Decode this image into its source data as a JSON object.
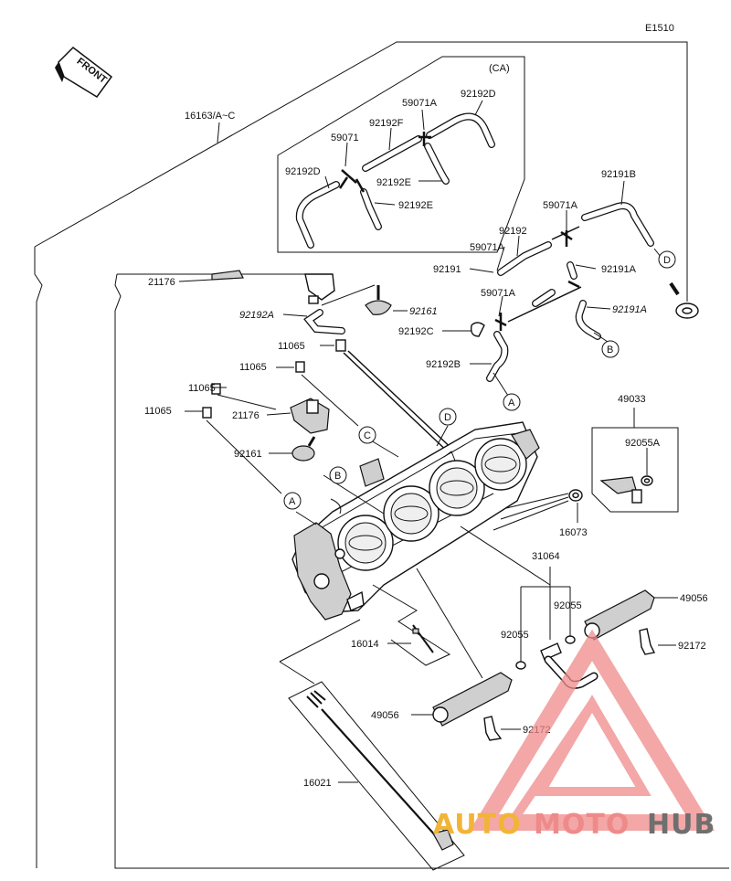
{
  "diagram_code": "E1510",
  "front_label": "FRONT",
  "inset_label": "(CA)",
  "labels": {
    "l16163": "16163/A~C",
    "l59071a_top": "59071A",
    "l92192d_top": "92192D",
    "l92192f": "92192F",
    "l59071": "59071",
    "l92192d_left": "92192D",
    "l92192e_1": "92192E",
    "l92192e_2": "92192E",
    "l92191b": "92191B",
    "l59071a_r1": "59071A",
    "l92192": "92192",
    "l59071a_r2": "59071A",
    "l92191": "92191",
    "l92191a": "92191A",
    "l59071a_r3": "59071A",
    "l92191a_i": "92191A",
    "l21176_top": "21176",
    "l92192a": "92192A",
    "l92161_top": "92161",
    "l92192c": "92192C",
    "l92192b": "92192B",
    "l11065_1": "11065",
    "l11065_2": "11065",
    "l11065_3": "11065",
    "l11065_4": "11065",
    "l21176": "21176",
    "l92161": "92161",
    "l49033": "49033",
    "l92055a": "92055A",
    "l16073": "16073",
    "l31064": "31064",
    "l92055_1": "92055",
    "l92055_2": "92055",
    "l49056_r": "49056",
    "l92172_r": "92172",
    "l16014": "16014",
    "l49056_l": "49056",
    "l92172_l": "92172",
    "l16021": "16021"
  },
  "ref_circles": {
    "a1": "A",
    "a2": "A",
    "b1": "B",
    "b2": "B",
    "c1": "C",
    "d1": "D",
    "d2": "D"
  },
  "watermark": {
    "part1": "AUTO",
    "part2": "MOTO",
    "part3": "HUB",
    "color_orange": "#f2b437",
    "color_red": "#ef8a8a",
    "color_gray": "#6f6f6f"
  }
}
